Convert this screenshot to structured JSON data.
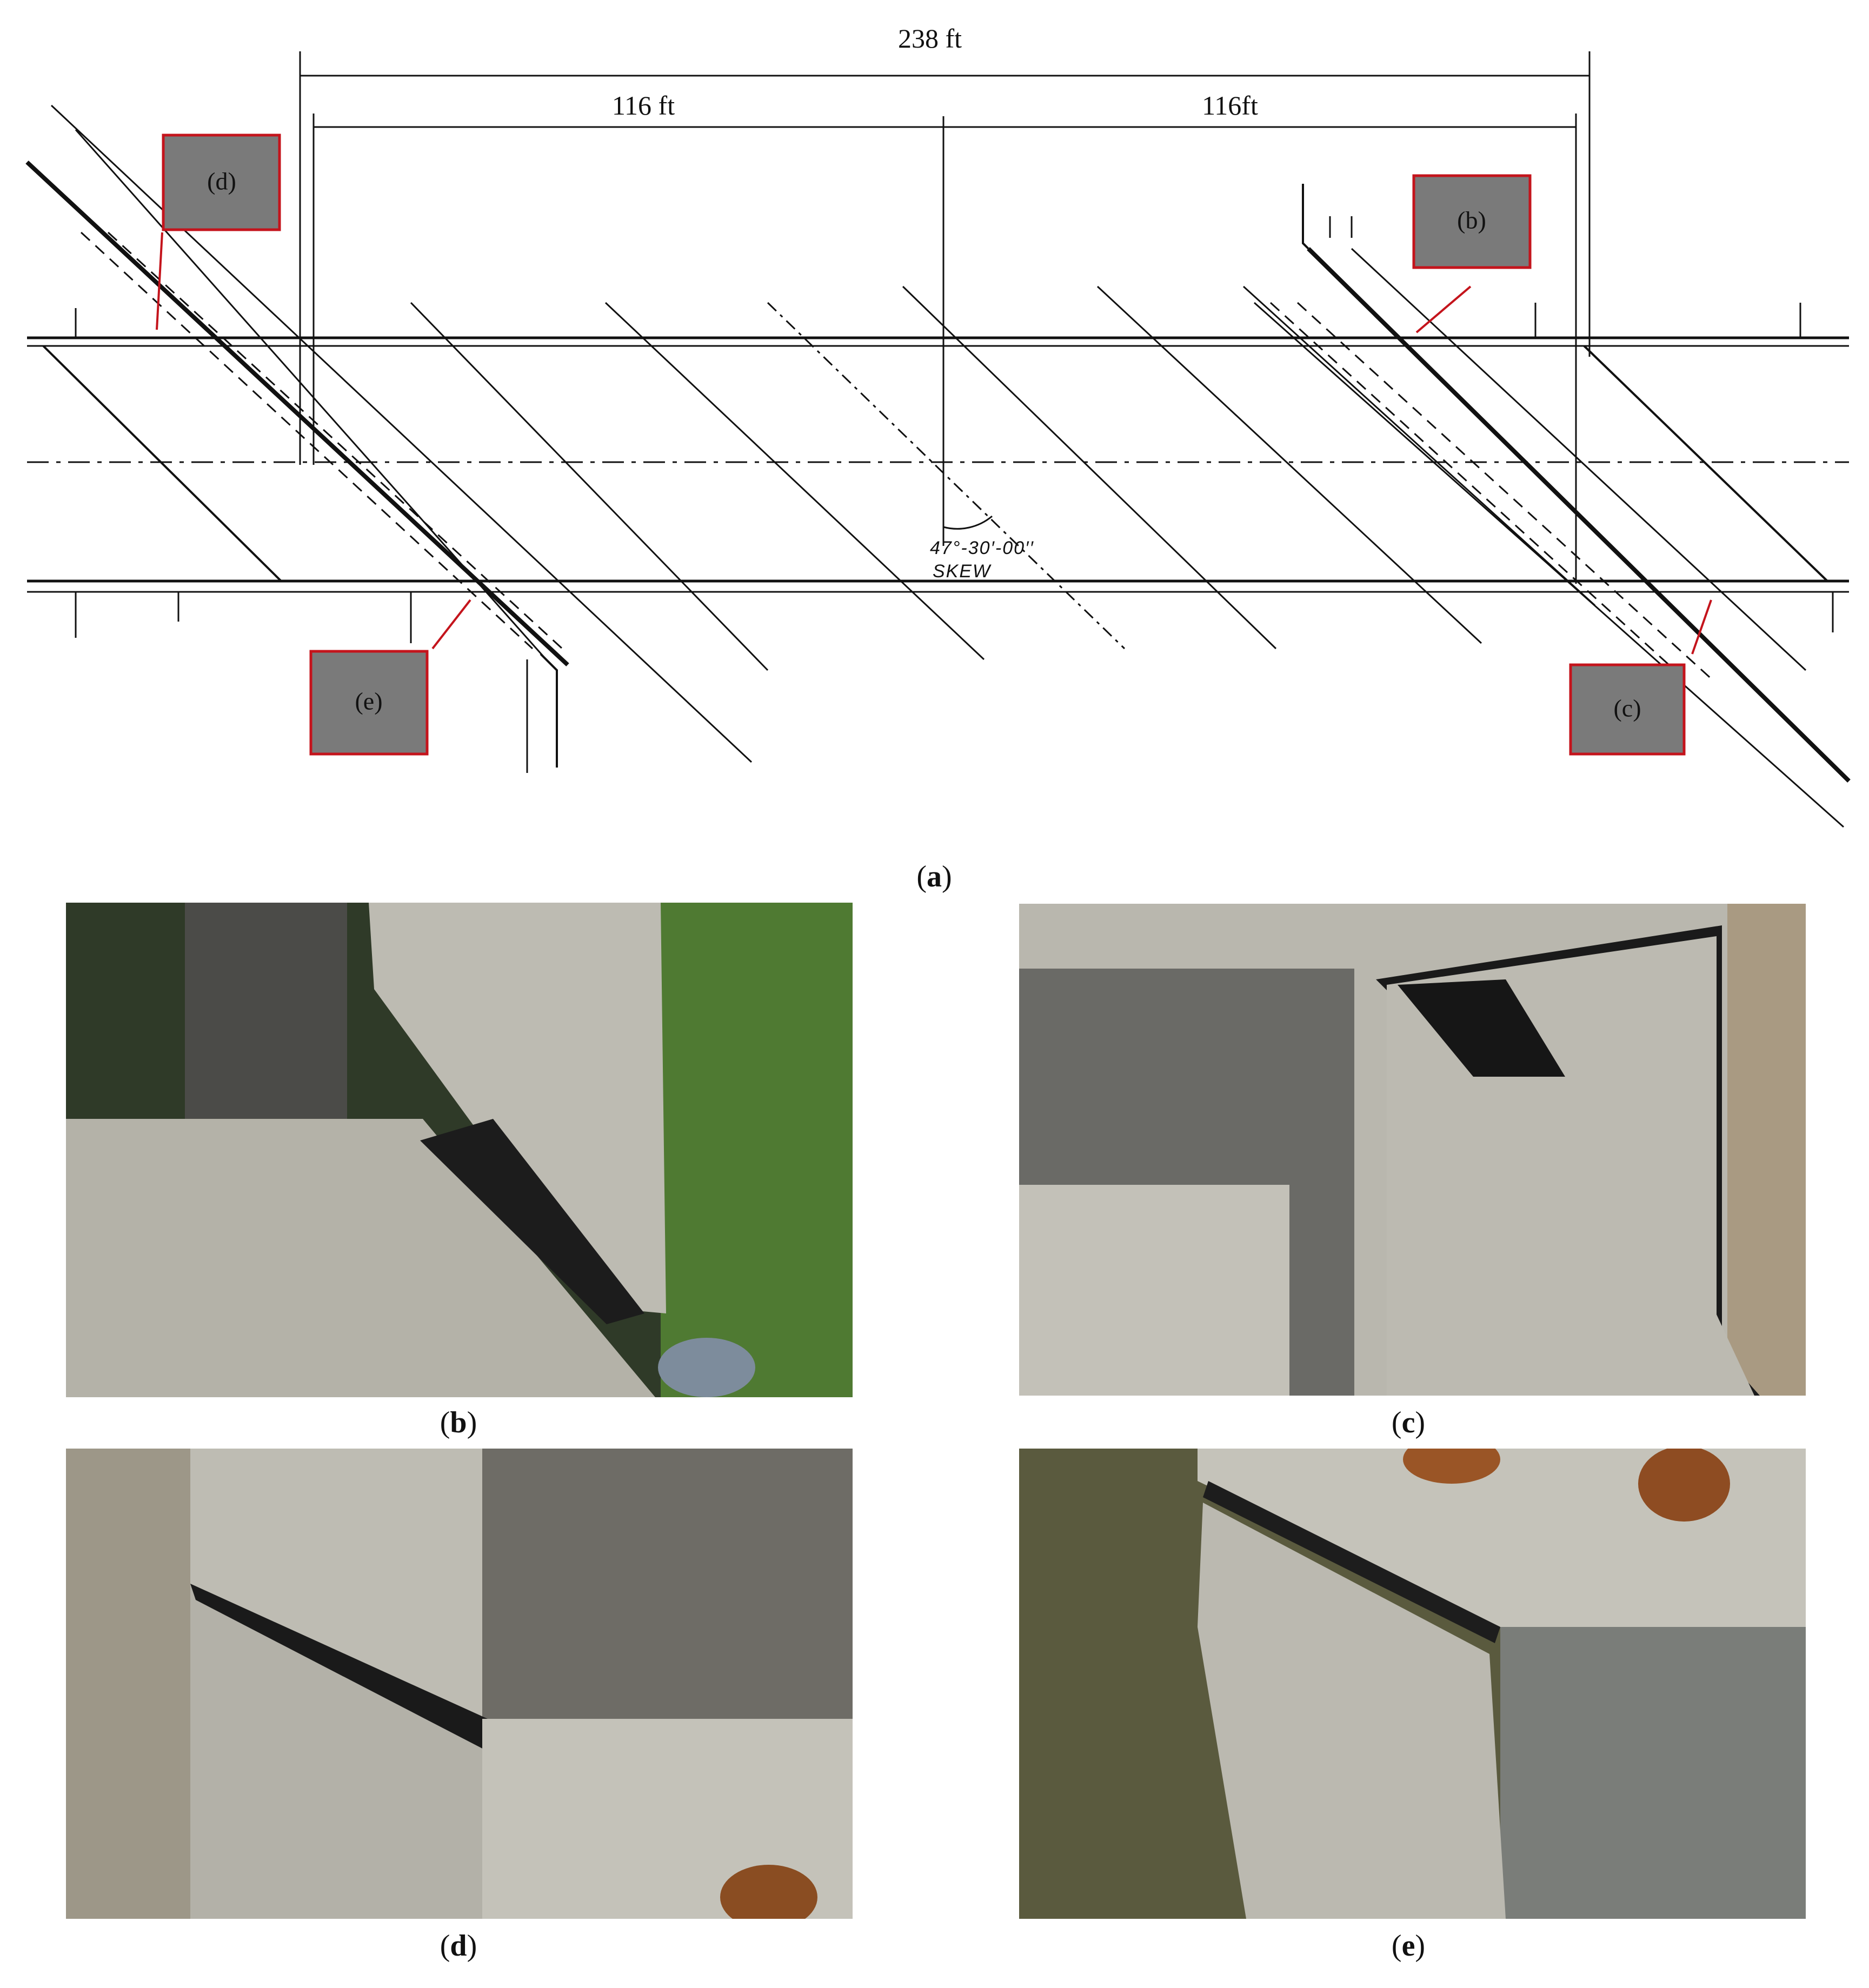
{
  "plan": {
    "dimensions": {
      "total": "238 ft",
      "left_span": "116 ft",
      "right_span": "116ft"
    },
    "skew_angle": "47°-30′-00′′",
    "skew_label": "SKEW",
    "callouts": {
      "d": "(d)",
      "b": "(b)",
      "e": "(e)",
      "c": "(c)"
    },
    "callout_border_color": "#c4141c"
  },
  "captions": {
    "a": "a",
    "b": "b",
    "c": "c",
    "d": "d",
    "e": "e"
  }
}
